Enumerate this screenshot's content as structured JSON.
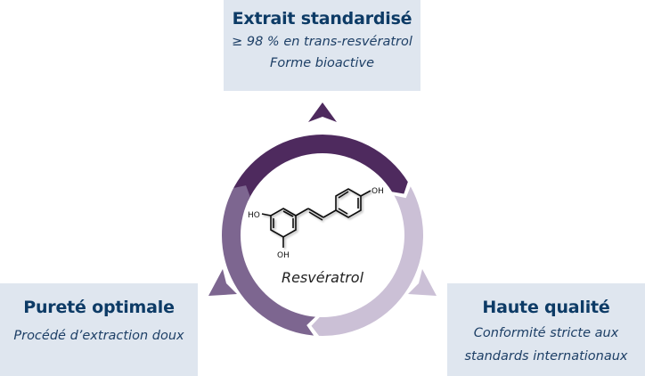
{
  "boxes": {
    "top": {
      "title": "Extrait standardisé",
      "lines": [
        "≥ 98 % en trans-resvératrol",
        "Forme bioactive"
      ]
    },
    "left": {
      "title": "Pureté optimale",
      "lines": [
        "Procédé d’extraction doux"
      ]
    },
    "right": {
      "title": "Haute qualité",
      "lines": [
        "Conformité stricte aux",
        "standards internationaux"
      ]
    }
  },
  "center": {
    "compound_name": "Resvératrol",
    "hydroxyl_labels": [
      "HO",
      "OH",
      "OH"
    ]
  },
  "colors": {
    "box_background": "#dfe6ef",
    "title_text": "#0d3b66",
    "arc_top": "#4e2a5e",
    "arc_left": "#7d6690",
    "arc_right": "#cbc0d6"
  }
}
